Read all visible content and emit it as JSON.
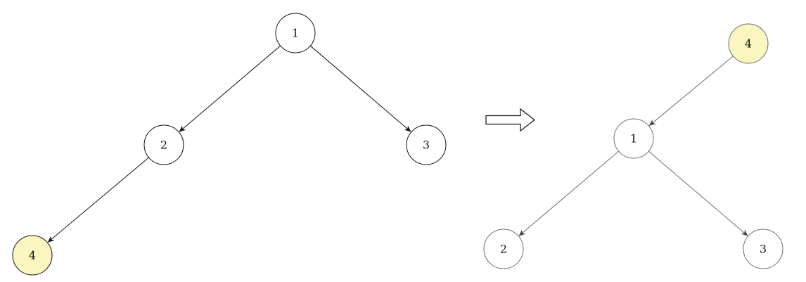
{
  "colors": {
    "node_fill": "#ffffff",
    "highlight_fill": "#fbf5bf",
    "stroke_left": "#111111",
    "stroke_right": "#6e6e6e",
    "transform_arrow": "#111111"
  },
  "before_tree": {
    "nodes": [
      {
        "id": "1",
        "label": "1",
        "highlighted": false
      },
      {
        "id": "2",
        "label": "2",
        "highlighted": false
      },
      {
        "id": "3",
        "label": "3",
        "highlighted": false
      },
      {
        "id": "4",
        "label": "4",
        "highlighted": true
      }
    ],
    "edges": [
      {
        "from": "1",
        "to": "2"
      },
      {
        "from": "1",
        "to": "3"
      },
      {
        "from": "2",
        "to": "4"
      }
    ]
  },
  "after_tree": {
    "nodes": [
      {
        "id": "4",
        "label": "4",
        "highlighted": true
      },
      {
        "id": "1",
        "label": "1",
        "highlighted": false
      },
      {
        "id": "2",
        "label": "2",
        "highlighted": false
      },
      {
        "id": "3",
        "label": "3",
        "highlighted": false
      }
    ],
    "edges": [
      {
        "from": "4",
        "to": "1"
      },
      {
        "from": "1",
        "to": "2"
      },
      {
        "from": "1",
        "to": "3"
      }
    ]
  },
  "transform_arrow_icon": "double-arrow-right-icon"
}
